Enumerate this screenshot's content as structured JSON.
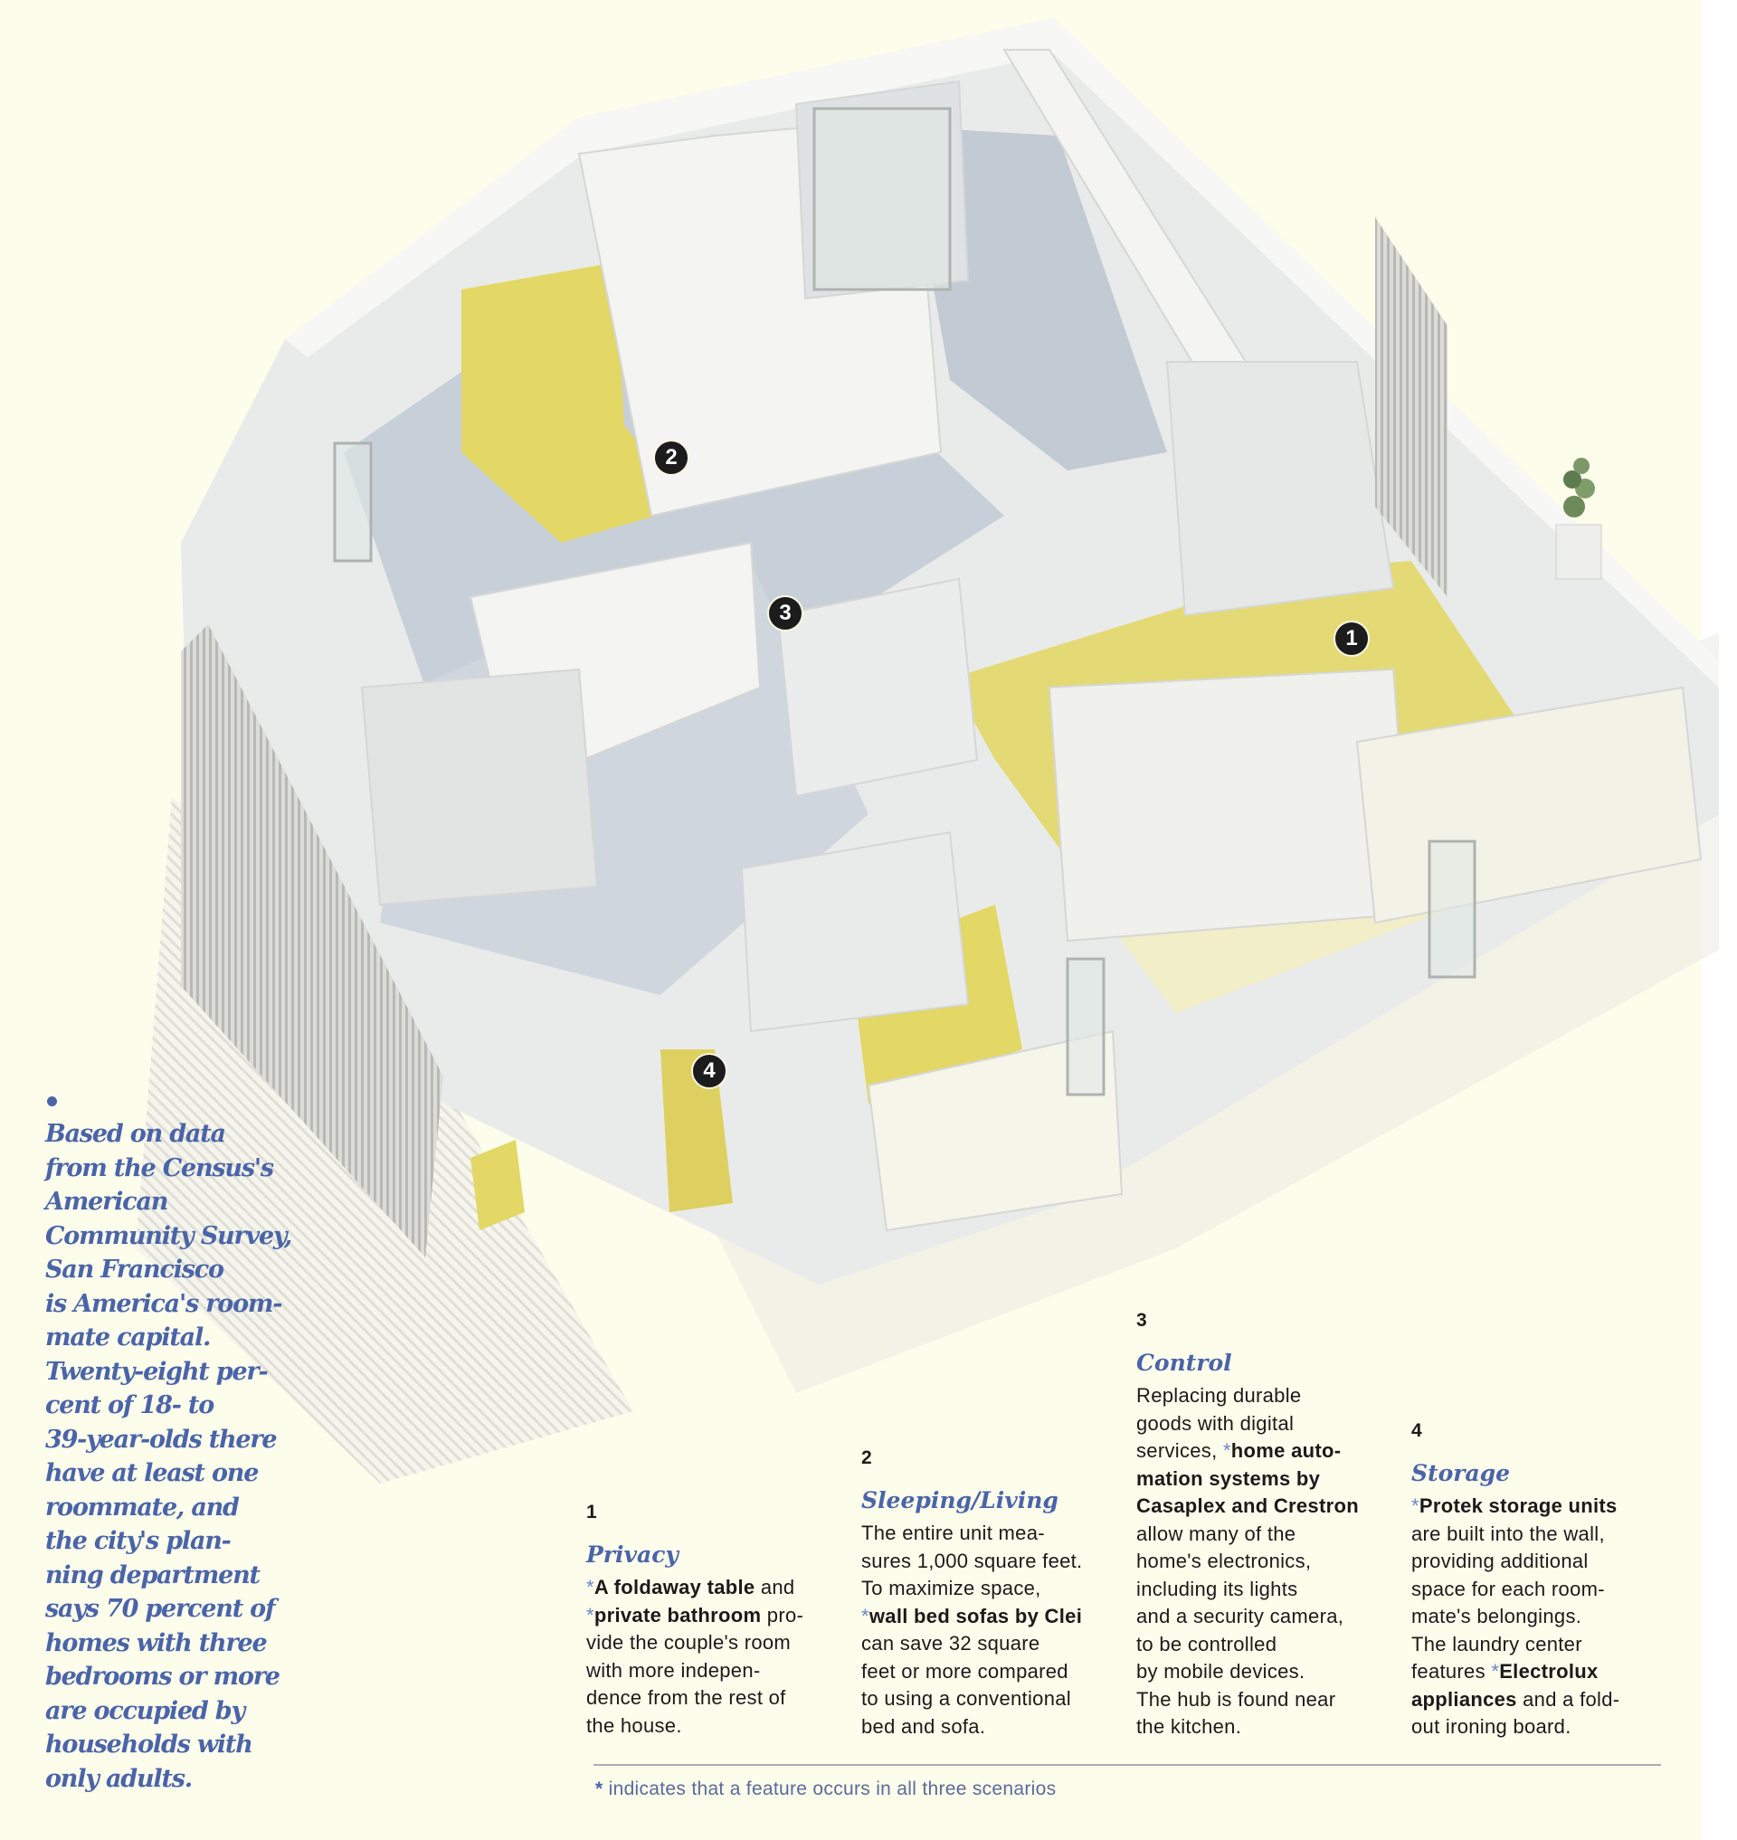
{
  "figure": {
    "subject": "Isometric cutaway floor plan of a three-bedroom roommate apartment",
    "highlight_color": "#e3d765",
    "accent_color": "#4a64a8",
    "background_color": "#fdfdec",
    "markers": [
      {
        "label": "1"
      },
      {
        "label": "2"
      },
      {
        "label": "3"
      },
      {
        "label": "4"
      }
    ]
  },
  "sidebar": {
    "bullet": "•",
    "quote": "Based on data\nfrom the Census's\nAmerican\nCommunity Survey,\nSan Francisco\nis America's room-\nmate capital.\nTwenty-eight per-\ncent of 18- to\n39-year-olds there\nhave at least one\nroommate, and\nthe city's plan-\nning department\nsays 70 percent of\nhomes with three\nbedrooms or more\nare occupied by\nhouseholds with\nonly adults."
  },
  "features": [
    {
      "number": "1",
      "title": "Privacy",
      "segments": [
        {
          "ast": true,
          "bold": "A foldaway table",
          "text": " and\n"
        },
        {
          "ast": true,
          "bold": "private bathroom",
          "text": " pro-\nvide the couple's room\nwith more indepen-\ndence from the rest of\nthe house."
        }
      ]
    },
    {
      "number": "2",
      "title": "Sleeping/Living",
      "segments": [
        {
          "ast": false,
          "bold": "",
          "text": "The entire unit mea-\nsures 1,000 square feet.\nTo maximize space,\n"
        },
        {
          "ast": true,
          "bold": "wall bed sofas by Clei",
          "text": "\ncan save 32 square\nfeet or more compared\nto using a conventional\nbed and sofa."
        }
      ]
    },
    {
      "number": "3",
      "title": "Control",
      "segments": [
        {
          "ast": false,
          "bold": "",
          "text": "Replacing durable\ngoods with digital\nservices, "
        },
        {
          "ast": true,
          "bold": "home auto-\nmation systems by\nCasaplex and Crestron",
          "text": "\nallow many of the\nhome's electronics,\nincluding its lights\nand a security camera,\nto be controlled\nby mobile devices.\nThe hub is found near\nthe kitchen."
        }
      ]
    },
    {
      "number": "4",
      "title": "Storage",
      "segments": [
        {
          "ast": true,
          "bold": "Protek storage units",
          "text": "\nare built into the wall,\nproviding additional\nspace for each room-\nmate's belongings.\nThe laundry center\nfeatures "
        },
        {
          "ast": true,
          "bold": "Electrolux\nappliances",
          "text": " and a fold-\nout ironing board."
        }
      ]
    }
  ],
  "footnote": {
    "symbol": "*",
    "text": " indicates that a feature occurs in all three scenarios"
  }
}
